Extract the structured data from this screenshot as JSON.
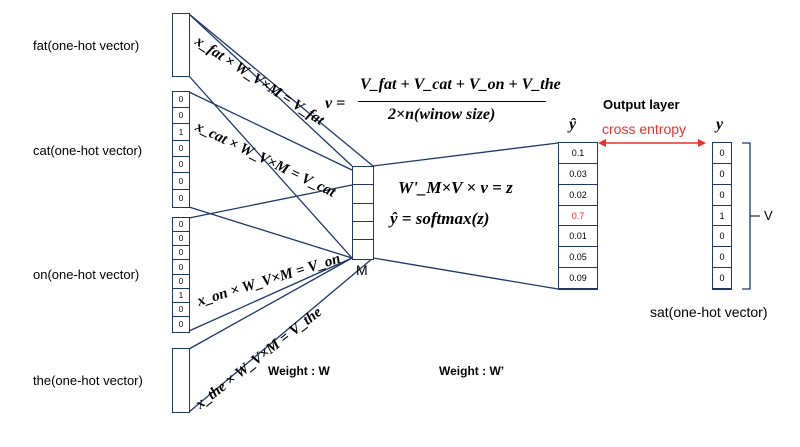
{
  "inputs": [
    {
      "label": "fat(one-hot vector)",
      "cells": []
    },
    {
      "label": "cat(one-hot vector)",
      "cells": [
        "0",
        "0",
        "1",
        "0",
        "0",
        "0",
        "0"
      ]
    },
    {
      "label": "on(one-hot vector)",
      "cells": [
        "0",
        "0",
        "0",
        "0",
        "0",
        "1",
        "0",
        "0"
      ]
    },
    {
      "label": "the(one-hot vector)",
      "cells": []
    }
  ],
  "edge_labels": {
    "fat": "x_fat × W_V×M = V_fat",
    "cat": "x_cat × W_V×M = V_cat",
    "on": "x_on × W_V×M = V_on",
    "the": "x_the × W_V×M = V_the"
  },
  "hidden_label": "M",
  "formula_v": {
    "lhs": "v =",
    "numerator": "V_fat + V_cat + V_on + V_the",
    "denominator": "2×n(winow size)"
  },
  "formula_z": "W'_M×V × v = z",
  "formula_softmax": "ŷ = softmax(z)",
  "output": {
    "layer_label": "Output layer",
    "yhat_symbol": "ŷ",
    "values": [
      "0.1",
      "0.03",
      "0.02",
      "0.7",
      "0.01",
      "0.05",
      "0.09"
    ],
    "highlight_index": 3,
    "highlight_color": "#e8322b"
  },
  "loss_label": "cross entropy",
  "loss_color": "#e8322b",
  "target": {
    "y_symbol": "y",
    "cells": [
      "0",
      "0",
      "0",
      "1",
      "0",
      "0",
      "0"
    ],
    "brace_label": "V",
    "label": "sat(one-hot vector)"
  },
  "weight_labels": {
    "w": "Weight : W",
    "w_prime": "Weight : W’"
  },
  "line_color": "#1f3864"
}
